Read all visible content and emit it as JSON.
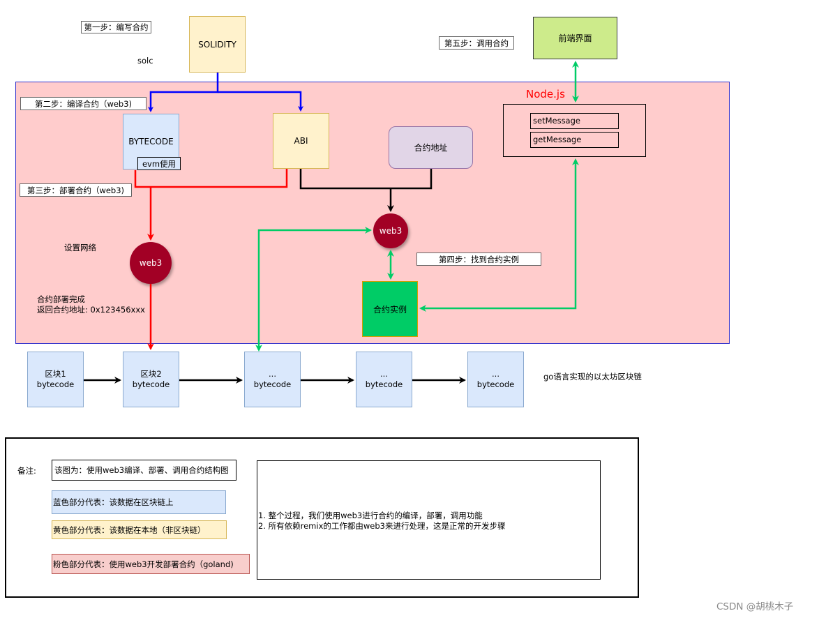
{
  "top": {
    "step1": "第一步：编写合约",
    "solidity": "SOLIDITY",
    "solc": "solc",
    "step5": "第五步：调用合约",
    "frontend": "前端界面"
  },
  "region": {
    "nodejs": "Node.js",
    "step2": "第二步：编译合约（web3)",
    "bytecode": "BYTECODE",
    "evm": "evm使用",
    "abi": "ABI",
    "contract_address": "合约地址",
    "set_message": "setMessage",
    "get_message": "getMessage",
    "step3": "第三步：部署合约（web3)",
    "set_network": "设置网络",
    "web3_left": "web3",
    "deploy_done_1": "合约部署完成",
    "deploy_done_2": "返回合约地址: 0x123456xxx",
    "web3_right": "web3",
    "step4": "第四步：找到合约实例",
    "contract_instance": "合约实例"
  },
  "chain": {
    "blocks": [
      {
        "line1": "区块1",
        "line2": "bytecode"
      },
      {
        "line1": "区块2",
        "line2": "bytecode"
      },
      {
        "line1": "...",
        "line2": "bytecode"
      },
      {
        "line1": "...",
        "line2": "bytecode"
      },
      {
        "line1": "...",
        "line2": "bytecode"
      }
    ],
    "label": "go语言实现的以太坊区块链"
  },
  "notes": {
    "label": "备注:",
    "title": "该图为：使用web3编译、部署、调用合约结构图",
    "blue": "蓝色部分代表：该数据在区块链上",
    "yellow": "黄色部分代表：该数据在本地（非区块链）",
    "pink": "粉色部分代表：使用web3开发部署合约（goland)",
    "line1": "1. 整个过程，我们使用web3进行合约的编译，部署，调用功能",
    "line2": "2. 所有依赖remix的工作都由web3来进行处理，这是正常的开发步骤"
  },
  "watermark": "CSDN @胡桃木子",
  "colors": {
    "pink_region": "#ffcccc",
    "region_border": "#3333cc",
    "blue_box": "#dae8fc",
    "yellow_box": "#fff2cc",
    "purple_box": "#e1d5e7",
    "green_box": "#cdeb8b",
    "instance_green": "#00cc66",
    "web3_circle": "#a20025",
    "arrow_blue": "#0000ff",
    "arrow_red": "#ff0000",
    "arrow_green": "#00cc66",
    "arrow_black": "#000000"
  }
}
